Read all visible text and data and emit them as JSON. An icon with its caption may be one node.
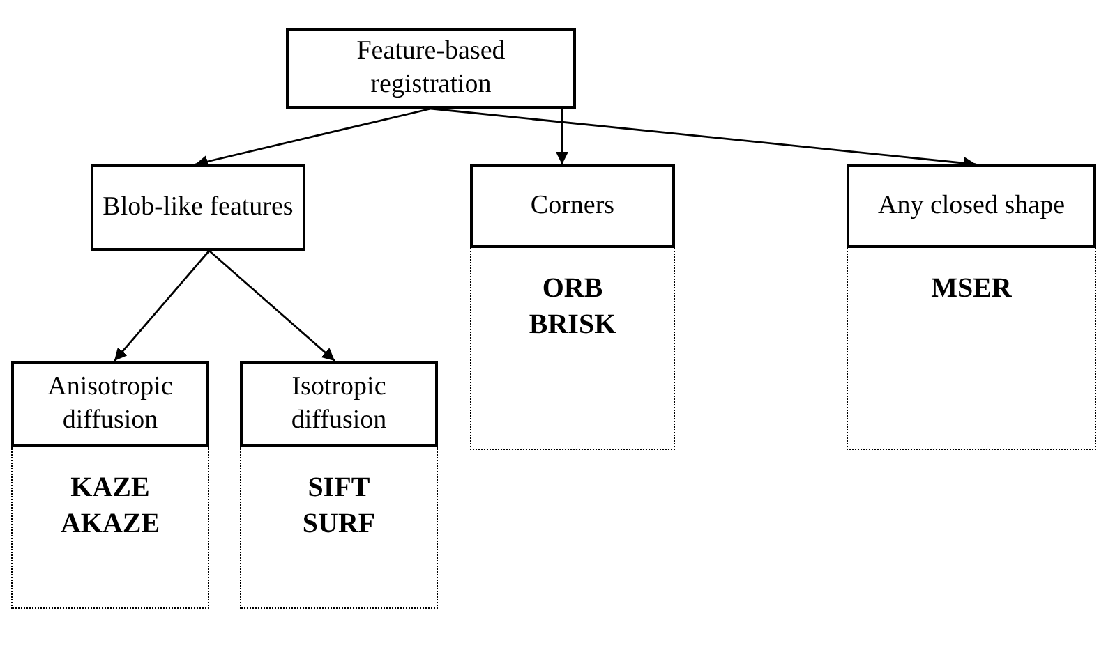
{
  "diagram": {
    "nodes": [
      {
        "text": [
          "Feature-based registration"
        ]
      },
      {
        "text": [
          "Blob-like features"
        ]
      },
      {
        "text": [
          "Corners"
        ]
      },
      {
        "text": [
          "Any closed shape"
        ]
      },
      {
        "text": [
          "ORB",
          "BRISK"
        ]
      },
      {
        "text": [
          "MSER"
        ]
      },
      {
        "text": [
          "Anisotropic diffusion"
        ]
      },
      {
        "text": [
          "Isotropic diffusion"
        ]
      },
      {
        "text": [
          "KAZE",
          "AKAZE"
        ]
      },
      {
        "text": [
          "SIFT",
          "SURF"
        ]
      }
    ],
    "edges": [
      {
        "from": 0,
        "to": 1,
        "arrow": "to"
      },
      {
        "from": 0,
        "to": 2,
        "arrow": "to"
      },
      {
        "from": 0,
        "to": 3,
        "arrow": "to"
      },
      {
        "from": 1,
        "to": 6,
        "arrow": "to"
      },
      {
        "from": 1,
        "to": 7,
        "arrow": "to"
      }
    ]
  }
}
